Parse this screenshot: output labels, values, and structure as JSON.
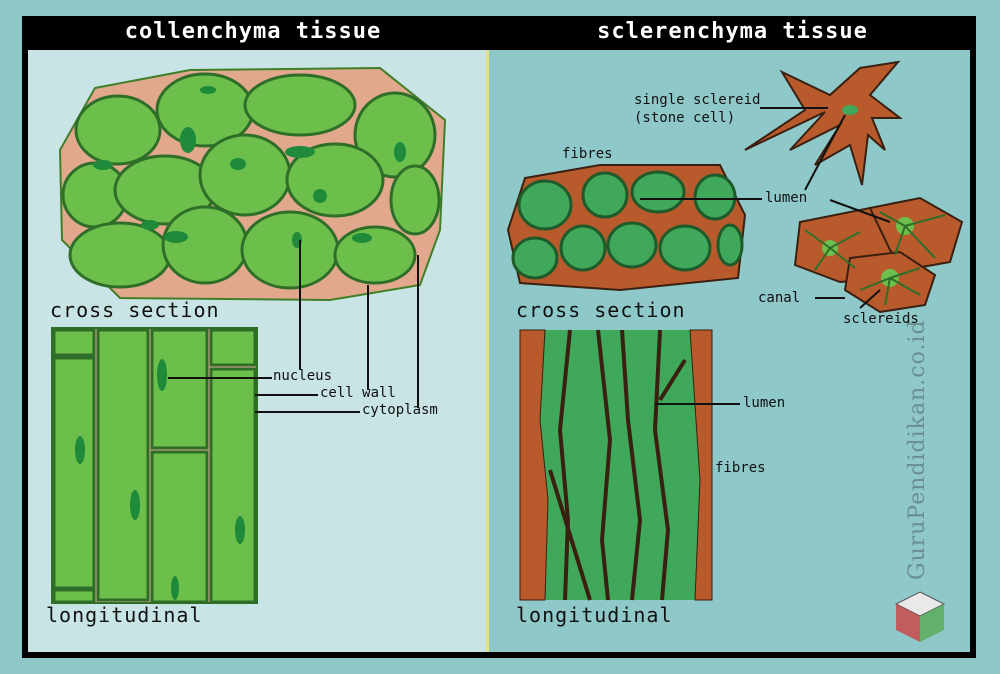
{
  "headers": {
    "left": "collenchyma tissue",
    "right": "sclerenchyma tissue"
  },
  "collenchyma": {
    "cross_section_label": "cross section",
    "longitudinal_label": "longitudinal",
    "nucleus_label": "nucleus",
    "cell_wall_label": "cell wall",
    "cytoplasm_label": "cytoplasm"
  },
  "sclerenchyma": {
    "fibres_top_label": "fibres",
    "lumen_top_label": "lumen",
    "single_sclereid_line1": "single sclereid",
    "single_sclereid_line2": "(stone cell)",
    "canal_label": "canal",
    "sclereids_label": "sclereids",
    "cross_section_label": "cross section",
    "longitudinal_label": "longitudinal",
    "lumen_long_label": "lumen",
    "fibres_long_label": "fibres"
  },
  "watermark": "GuruPendidikan.co.id",
  "colors": {
    "left_panel": "#c9e4e4",
    "right_panel": "#8fc8c9",
    "cell_green": "#6cbf4a",
    "nucleus_green": "#1e8a3a",
    "wall_pink": "#e2a88e",
    "sclerenchyma_brown": "#b85a2c",
    "fibre_green": "#3fa85a"
  }
}
